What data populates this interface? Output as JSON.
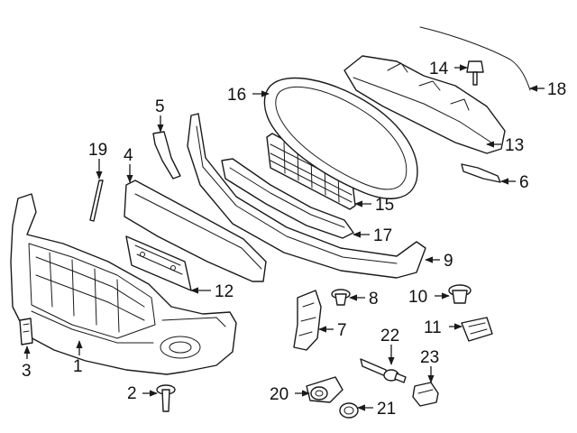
{
  "callouts": {
    "c1": "1",
    "c2": "2",
    "c3": "3",
    "c4": "4",
    "c5": "5",
    "c6": "6",
    "c7": "7",
    "c8": "8",
    "c9": "9",
    "c10": "10",
    "c11": "11",
    "c12": "12",
    "c13": "13",
    "c14": "14",
    "c15": "15",
    "c16": "16",
    "c17": "17",
    "c18": "18",
    "c19": "19",
    "c20": "20",
    "c21": "21",
    "c22": "22",
    "c23": "23"
  },
  "colors": {
    "line": "#1a1a1a",
    "background": "#ffffff"
  }
}
